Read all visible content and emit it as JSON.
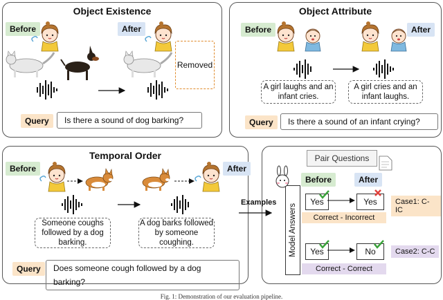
{
  "panels": {
    "existence": {
      "title": "Object Existence",
      "before": "Before",
      "after": "After",
      "removed": "Removed",
      "query_label": "Query",
      "query": "Is there a sound of dog barking?"
    },
    "attribute": {
      "title": "Object Attribute",
      "before": "Before",
      "after": "After",
      "caption_before": "A girl laughs and an infant cries.",
      "caption_after": "A girl cries and an infant laughs.",
      "query_label": "Query",
      "query": "Is there a sound of an infant crying?"
    },
    "temporal": {
      "title": "Temporal Order",
      "before": "Before",
      "after": "After",
      "caption_before": "Someone coughs followed by a dog barking.",
      "caption_after": "A dog barks followed by someone coughing.",
      "query_label": "Query",
      "query": "Does someone cough followed by a dog barking?"
    },
    "examples": {
      "arrow_label": "Examples",
      "pair_questions": "Pair Questions",
      "model_answers": "Model Answers",
      "before": "Before",
      "after": "After",
      "case1": {
        "before_answer": "Yes",
        "after_answer": "Yes",
        "result": "Correct - Incorrect",
        "label": "Case1: C-IC"
      },
      "case2": {
        "before_answer": "Yes",
        "after_answer": "No",
        "result": "Correct - Correct",
        "label": "Case2: C-C"
      }
    }
  },
  "colors": {
    "before_tag": "#d6ebd0",
    "after_tag": "#d8e4f4",
    "query_tag": "#fbe4c8",
    "case_tag": "#e3d9ee",
    "correct": "#3aa23a",
    "incorrect": "#e0413b",
    "removed_border": "#e08a2a"
  },
  "icons": [
    "coughing-girl-icon",
    "cat-icon",
    "doberman-icon",
    "waveform-icon",
    "girl-icon",
    "baby-icon",
    "corgi-icon",
    "rabbit-model-icon",
    "document-icon",
    "check-icon",
    "cross-icon"
  ],
  "figure_caption": "Fig. 1: Demonstration of our evaluation pipeline."
}
